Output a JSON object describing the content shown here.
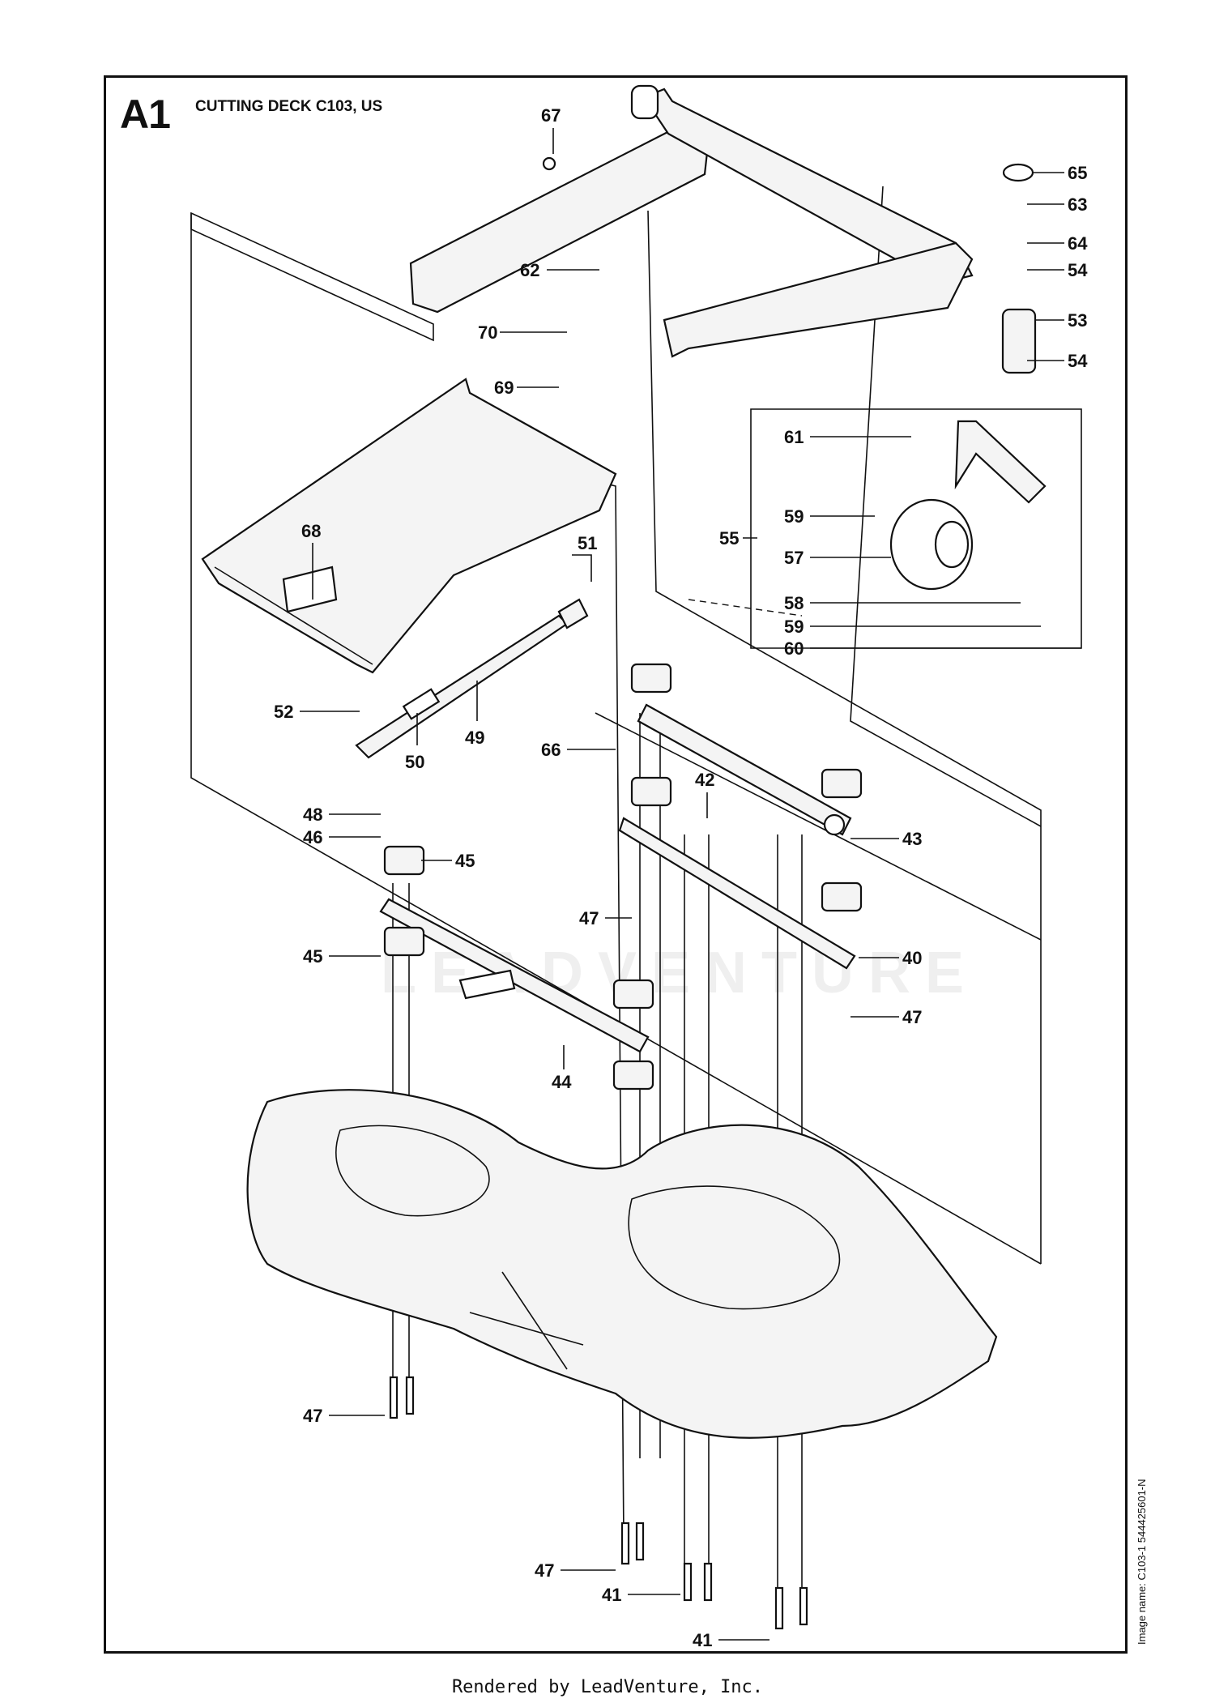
{
  "diagram": {
    "section_code": "A1",
    "section_title": "CUTTING DECK C103, US",
    "image_name": "Image name: C103-1 544425601-N",
    "watermark": "LEADVENTURE",
    "footer": "Rendered by LeadVenture, Inc.",
    "callouts": [
      {
        "id": "c67",
        "label": "67"
      },
      {
        "id": "c65",
        "label": "65"
      },
      {
        "id": "c63",
        "label": "63"
      },
      {
        "id": "c64",
        "label": "64"
      },
      {
        "id": "c54a",
        "label": "54"
      },
      {
        "id": "c53",
        "label": "53"
      },
      {
        "id": "c54b",
        "label": "54"
      },
      {
        "id": "c62",
        "label": "62"
      },
      {
        "id": "c70",
        "label": "70"
      },
      {
        "id": "c69",
        "label": "69"
      },
      {
        "id": "c61",
        "label": "61"
      },
      {
        "id": "c59a",
        "label": "59"
      },
      {
        "id": "c55",
        "label": "55"
      },
      {
        "id": "c57",
        "label": "57"
      },
      {
        "id": "c58",
        "label": "58"
      },
      {
        "id": "c59b",
        "label": "59"
      },
      {
        "id": "c60",
        "label": "60"
      },
      {
        "id": "c68",
        "label": "68"
      },
      {
        "id": "c51",
        "label": "51"
      },
      {
        "id": "c52",
        "label": "52"
      },
      {
        "id": "c50",
        "label": "50"
      },
      {
        "id": "c49",
        "label": "49"
      },
      {
        "id": "c66",
        "label": "66"
      },
      {
        "id": "c42",
        "label": "42"
      },
      {
        "id": "c43",
        "label": "43"
      },
      {
        "id": "c48",
        "label": "48"
      },
      {
        "id": "c46",
        "label": "46"
      },
      {
        "id": "c45a",
        "label": "45"
      },
      {
        "id": "c47a",
        "label": "47"
      },
      {
        "id": "c40",
        "label": "40"
      },
      {
        "id": "c45b",
        "label": "45"
      },
      {
        "id": "c47b",
        "label": "47"
      },
      {
        "id": "c44",
        "label": "44"
      },
      {
        "id": "c47c",
        "label": "47"
      },
      {
        "id": "c47d",
        "label": "47"
      },
      {
        "id": "c41a",
        "label": "41"
      },
      {
        "id": "c41b",
        "label": "41"
      }
    ]
  }
}
